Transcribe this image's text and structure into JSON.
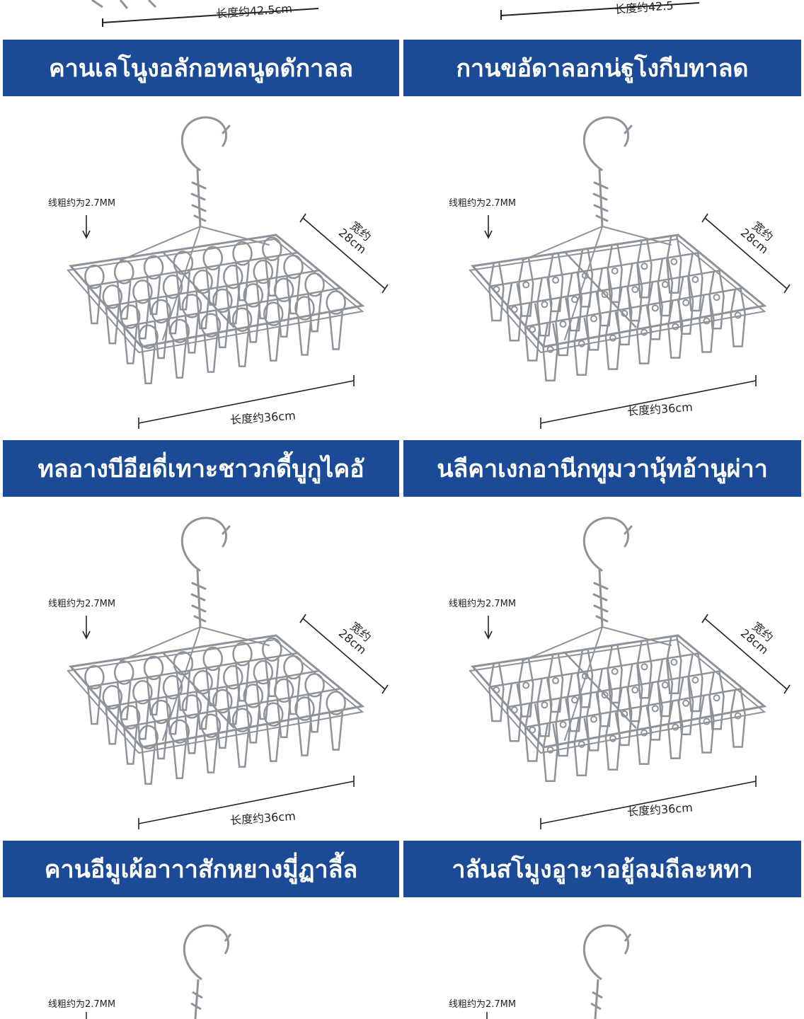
{
  "top_strip": {
    "left_length": "长度约42.5cm",
    "right_length": "长度约42.5"
  },
  "banners": [
    "คานเลโนูงอลักอทลนูดดักาลล",
    "กานขอัดาลอกน่ฐูโงกีบทาลด",
    "ทลอางบีอียดี่เทาะชาวกดี้บูกูไคอั",
    "นลีคาเงกอานีกทูมวานุ้ทอ้านูผ่าา",
    "คานอีมูเผ้อาาาสักหยางมูี่ฏาลี้ล",
    "าลันสโมูงอูาะาอยู้ลมถีละหทา"
  ],
  "hangers": [
    {
      "wire": "线粗约为2.7MM",
      "width_cn": "宽约",
      "width_val": "28cm",
      "length": "长度约36cm",
      "clip": "ring"
    },
    {
      "wire": "线粗约为2.7MM",
      "width_cn": "宽约",
      "width_val": "28cm",
      "length": "长度约36cm",
      "clip": "peg"
    },
    {
      "wire": "线粗约为2.7MM",
      "width_cn": "宽约",
      "width_val": "28cm",
      "length": "长度约36cm",
      "clip": "ring"
    },
    {
      "wire": "线粗约为2.7MM",
      "width_cn": "宽约",
      "width_val": "28cm",
      "length": "长度约36cm",
      "clip": "peg"
    }
  ],
  "bottom_hangers": [
    {
      "wire": "线粗约为2.7MM"
    },
    {
      "wire": "线粗约为2.7MM"
    }
  ],
  "colors": {
    "banner_bg": "#1b4a96",
    "banner_text": "#ffffff",
    "metal": "#8e939a"
  }
}
